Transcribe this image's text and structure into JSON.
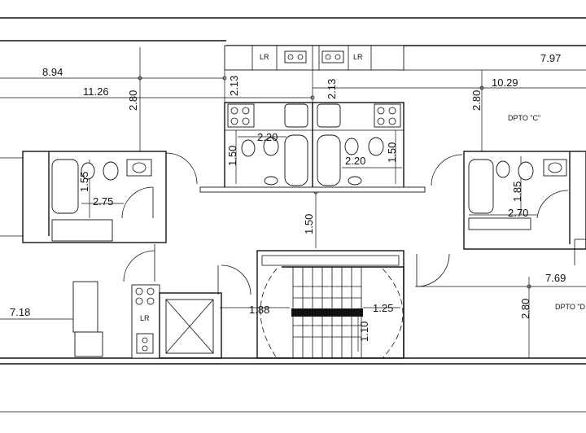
{
  "dimensions": {
    "d_894": "8.94",
    "d_1126": "11.26",
    "d_280_left": "2.80",
    "d_213_left": "2.13",
    "d_213_right": "2.13",
    "d_797": "7.97",
    "d_1029": "10.29",
    "d_280_right": "2.80",
    "d_150_a": "1.50",
    "d_150_b": "1.50",
    "d_150_center": "1.50",
    "d_220_a": "2.20",
    "d_220_b": "2.20",
    "d_155": "1.55",
    "d_275": "2.75",
    "d_185": "1.85",
    "d_270": "2.70",
    "d_769": "7.69",
    "d_280_lower": "2.80",
    "d_718": "7.18",
    "d_188": "1.88",
    "d_125": "1.25",
    "d_110": "1.10"
  },
  "labels": {
    "lr_top_left": "LR",
    "lr_top_right": "LR",
    "lr_bottom": "LR",
    "dpto_c": "DPTO \"C\"",
    "dpto_d": "DPTO \"D"
  }
}
